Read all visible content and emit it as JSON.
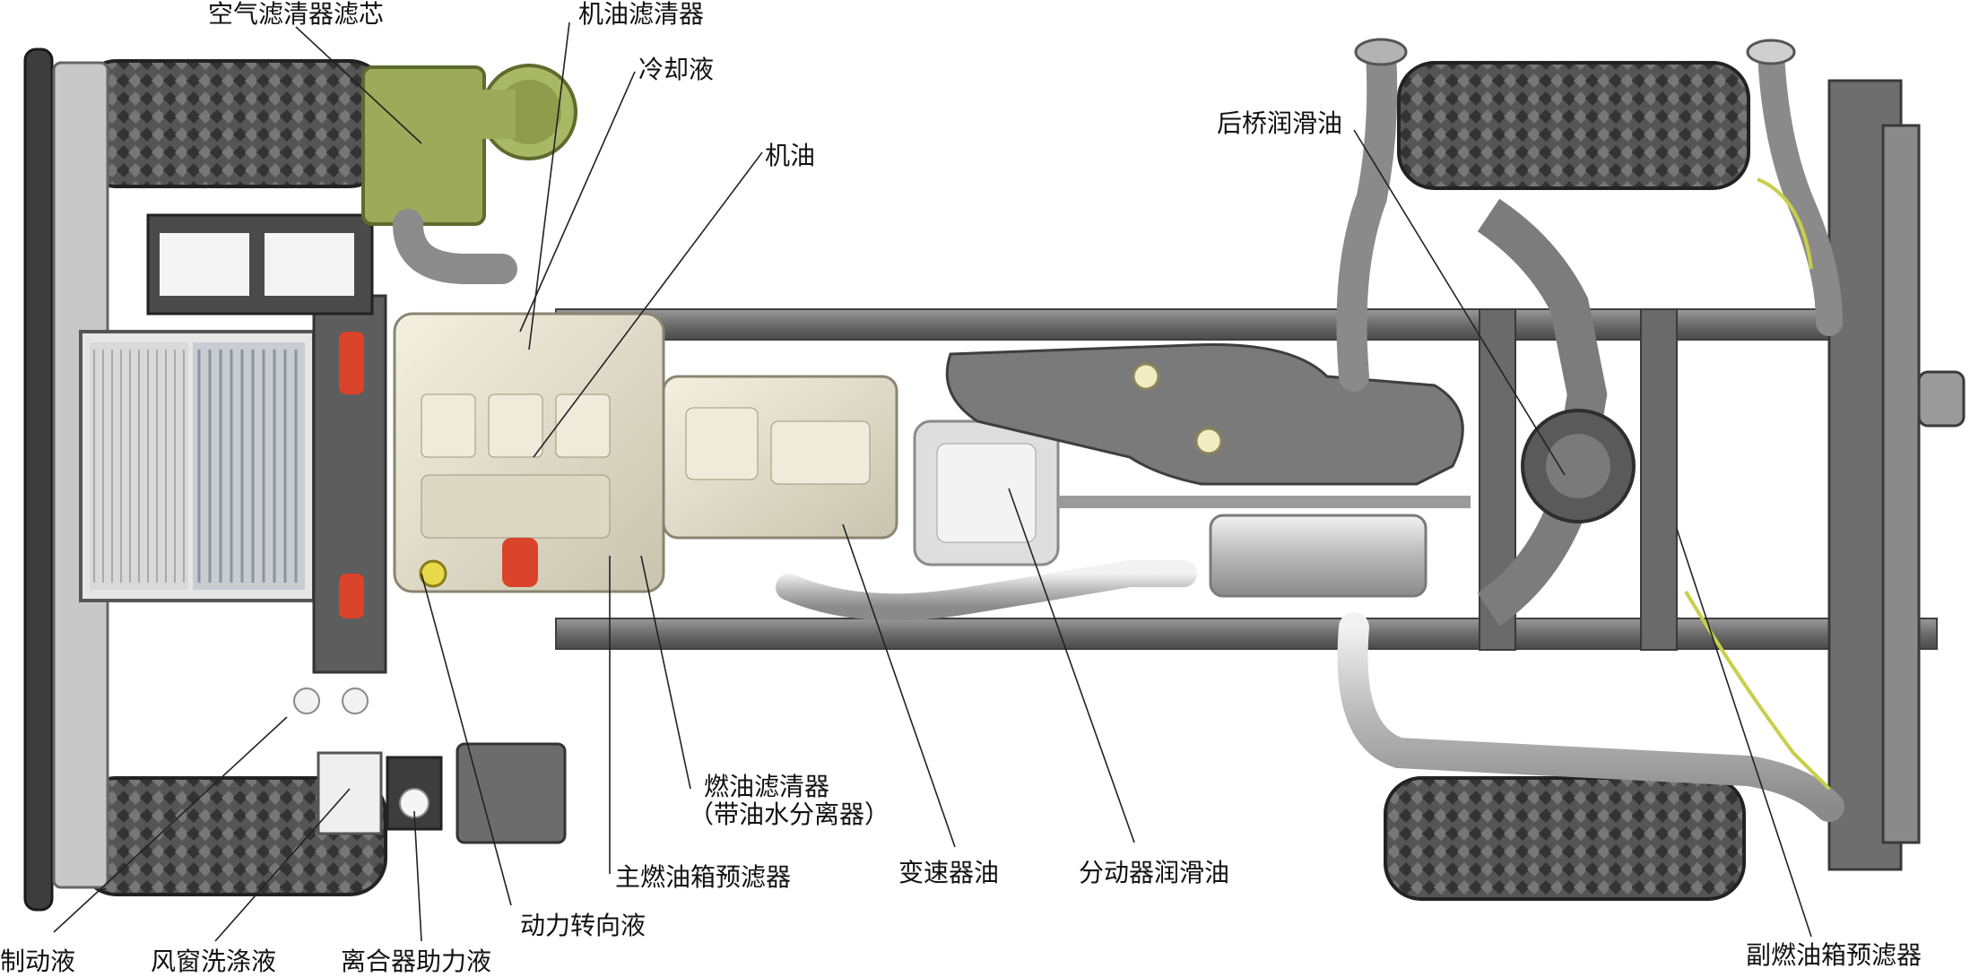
{
  "labels": {
    "air_filter": "空气滤清器滤芯",
    "oil_filter": "机油滤清器",
    "coolant": "冷却液",
    "engine_oil": "机油",
    "rear_axle_oil": "后桥润滑油",
    "fuel_filter_l1": "燃油滤清器",
    "fuel_filter_l2": "（带油水分离器）",
    "main_tank_prefilter": "主燃油箱预滤器",
    "transmission_oil": "变速器油",
    "transfer_case_oil": "分动器润滑油",
    "power_steering": "动力转向液",
    "brake_fluid": "制动液",
    "washer_fluid": "风窗洗涤液",
    "clutch_fluid": "离合器助力液",
    "aux_tank_prefilter": "副燃油箱预滤器"
  }
}
